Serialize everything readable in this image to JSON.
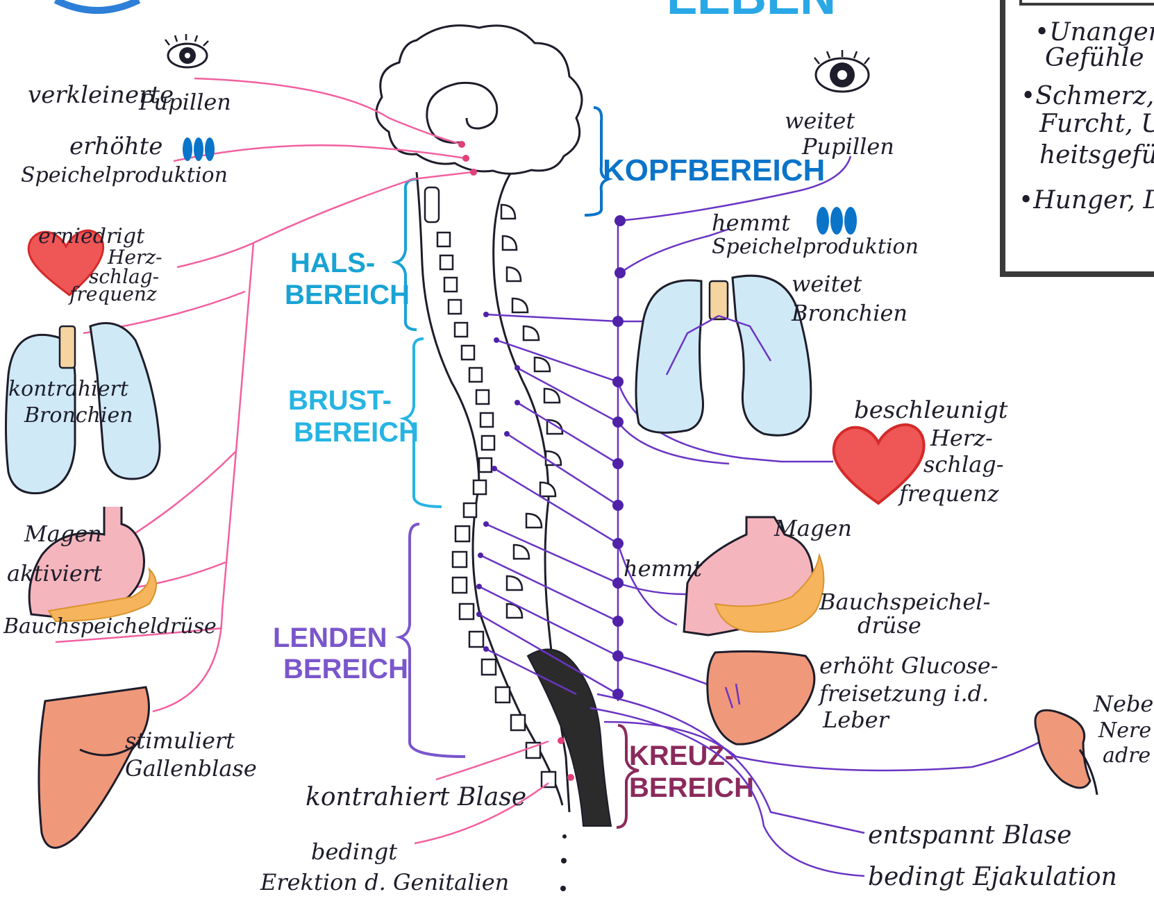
{
  "colors": {
    "parasympathetic": "#f2609f",
    "sympathetic": "#6a34c4",
    "outline": "#1d1d2b",
    "head_region": "#0a74c9",
    "neck_region": "#18a3d4",
    "chest_region": "#26b4e3",
    "lumbar_region": "#7a56cc",
    "sacral_region": "#8b2a5c",
    "lung_fill": "#cfe9f6",
    "heart_fill": "#ef5656",
    "stomach_fill": "#f5b5bd",
    "pancreas_fill": "#f6b45c",
    "liver_fill": "#f0987a",
    "legend_border": "#3a3a3a"
  },
  "title": {
    "fragment": "LEBEN"
  },
  "legend": {
    "line1": "•Unangene",
    "line2": "Gefühle",
    "line3": "•Schmerz,",
    "line4": "Furcht, U",
    "line5": "heitsgefü",
    "line6": "•Hunger, D"
  },
  "regions": {
    "head": "KOPFBEREICH",
    "neck_1": "HALS-",
    "neck_2": "BEREICH",
    "chest_1": "BRUST-",
    "chest_2": "BEREICH",
    "lumbar_1": "LENDEN",
    "lumbar_2": "BEREICH",
    "sacral_1": "KREUZ-",
    "sacral_2": "BEREICH"
  },
  "parasympathetic_labels": {
    "pupils_1": "verkleinerte",
    "pupils_2": "Pupillen",
    "saliva_1": "erhöhte",
    "saliva_2": "Speichelproduktion",
    "heart_1": "erniedrigt",
    "heart_2": "Herz-",
    "heart_3": "schlag-",
    "heart_4": "frequenz",
    "bronchi_1": "kontrahiert",
    "bronchi_2": "Bronchien",
    "stomach": "Magen",
    "activates": "aktiviert",
    "pancreas": "Bauchspeicheldrüse",
    "gall_1": "stimuliert",
    "gall_2": "Gallenblase",
    "bladder": "kontrahiert Blase",
    "erection_1": "bedingt",
    "erection_2": "Erektion d. Genitalien"
  },
  "sympathetic_labels": {
    "pupils_1": "weitet",
    "pupils_2": "Pupillen",
    "saliva_1": "hemmt",
    "saliva_2": "Speichelproduktion",
    "bronchi_1": "weitet",
    "bronchi_2": "Bronchien",
    "heart_1": "beschleunigt",
    "heart_2": "Herz-",
    "heart_3": "schlag-",
    "heart_4": "frequenz",
    "stomach": "Magen",
    "inhibits": "hemmt",
    "pancreas_1": "Bauchspeichel-",
    "pancreas_2": "drüse",
    "liver_1": "erhöht Glucose-",
    "liver_2": "freisetzung i.d.",
    "liver_3": "Leber",
    "adrenal_1": "Neben",
    "adrenal_2": "Nere",
    "adrenal_3": "adre",
    "bladder": "entspannt Blase",
    "ejaculation": "bedingt Ejakulation"
  }
}
